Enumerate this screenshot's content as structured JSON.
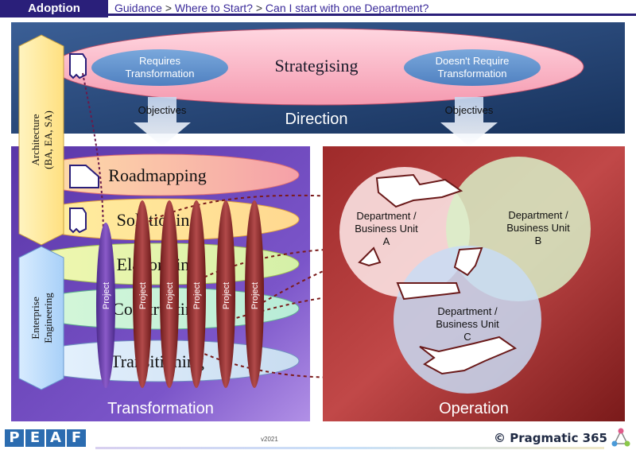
{
  "header": {
    "tab": "Adoption",
    "crumb_1": "Guidance",
    "crumb_2": "Where to Start?",
    "crumb_3": "Can I start with one Department?",
    "separator": ">"
  },
  "direction": {
    "title": "Direction",
    "strategising": "Strategising",
    "requires_1": "Requires",
    "requires_2": "Transformation",
    "not_requires_1": "Doesn't Require",
    "not_requires_2": "Transformation",
    "objectives_left": "Objectives",
    "objectives_right": "Objectives"
  },
  "side": {
    "architecture_1": "Architecture",
    "architecture_2": "(BA, EA, SA)",
    "engineering_1": "Enterprise",
    "engineering_2": "Engineering"
  },
  "transformation": {
    "title": "Transformation",
    "layers": [
      "Roadmapping",
      "Solutioning",
      "Elaborating",
      "Constructing",
      "Transitioning"
    ],
    "project_label": "Project"
  },
  "operation": {
    "title": "Operation",
    "dept_a": [
      "Department /",
      "Business Unit",
      "A"
    ],
    "dept_b": [
      "Department /",
      "Business Unit",
      "B"
    ],
    "dept_c": [
      "Department /",
      "Business Unit",
      "C"
    ]
  },
  "footer": {
    "logo_letters": [
      "P",
      "E",
      "A",
      "F"
    ],
    "version": "v2021",
    "brand": "© Pragmatic 365"
  },
  "colors": {
    "header_navy": "#2a1f7a",
    "direction_blue": "#1e3f6e",
    "transformation_purple": "#4a2b8f",
    "operation_red": "#8a1f1f",
    "project_maroon": "#8b2a2a",
    "project_purple": "#6a3aa0"
  }
}
